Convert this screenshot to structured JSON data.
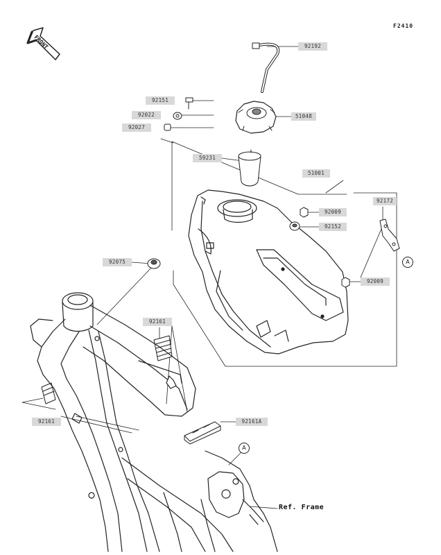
{
  "figure_code": "F2410",
  "front_label": "FRONT",
  "ref_frame": "Ref. Frame",
  "callout_letter": "A",
  "parts": [
    {
      "num": "92192"
    },
    {
      "num": "92151"
    },
    {
      "num": "51048"
    },
    {
      "num": "92022"
    },
    {
      "num": "92027"
    },
    {
      "num": "59231"
    },
    {
      "num": "51001"
    },
    {
      "num": "92172"
    },
    {
      "num": "92009"
    },
    {
      "num": "92152"
    },
    {
      "num": "92075"
    },
    {
      "num": "92009"
    },
    {
      "num": "92161"
    },
    {
      "num": "92161"
    },
    {
      "num": "92161A"
    }
  ],
  "colors": {
    "line": "#222222",
    "tag_bg": "#d8d8d8",
    "background": "#ffffff"
  }
}
